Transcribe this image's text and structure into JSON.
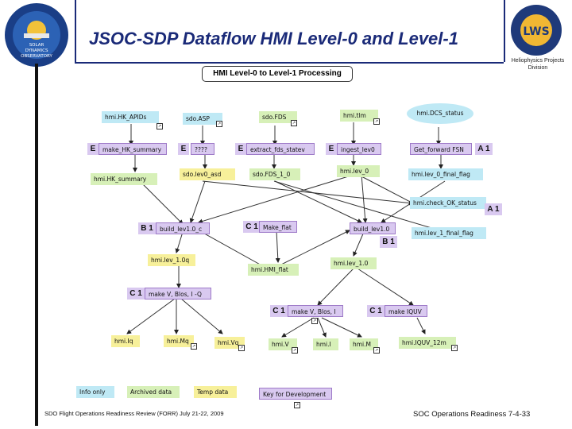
{
  "title": "JSOC-SDP Dataflow HMI Level-0 and Level-1",
  "division": "Heliophysics Projects Division",
  "diagram_title": "HMI Level-0 to Level-1 Processing",
  "footer_left": "SDO Flight Operations Readiness Review (FORR) July 21-22, 2009",
  "footer_right": "SOC Operations Readiness 7-4-33",
  "logo_left": [
    "SOLAR",
    "DYNAMICS",
    "OBSERVATORY"
  ],
  "logo_right": "LWS",
  "nodes": {
    "hk_apids": "hmi.HK_APIDs",
    "sdo_asp": "sdo.ASP",
    "sdo_fds": "sdo.FDS",
    "hmi_tlm": "hmi.tlm",
    "dcs_status": "hmi.DCS_status",
    "make_hk_summary": "make_HK_summary",
    "unknown": "????",
    "extract_fds": "extract_fds_statev",
    "ingest_lev0": "ingest_lev0",
    "get_forward_fsn": "Get_forward FSN",
    "hk_summary": "hmi.HK_summary",
    "sdo_lev0_asd": "sdo.lev0_asd",
    "sdo_fds_1": "sdo.FDS_1_0",
    "hmi_lev0": "hmi.lev_0",
    "lev0_final_flag": "hmi.lev_0_final_flag",
    "check_ok_status": "hmi.check_OK_status",
    "build_lev1_0_c": "build_lev1.0_c",
    "make_flat": "Make_flat",
    "build_lev1_0": "build_lev1.0",
    "lev1_final_flag": "hmi.lev_1_final_flag",
    "hmi_lev1q": "hmi.lev_1.0q",
    "hmi_flat": "hmi.HMI_flat",
    "hmi_lev1": "hmi.lev_1.0",
    "make_v_blos_q": "make V, Blos, I -Q",
    "make_v_blos_i": "make V, Blos, I",
    "make_iquv": "make IQUV",
    "hmi_iq": "hmi.Iq",
    "hmi_mq": "hmi.Mq",
    "hmi_vq": "hmi.Vq",
    "hmi_v": "hmi.V",
    "hmi_i": "hmi.I",
    "hmi_m": "hmi.M",
    "hmi_iquv": "hmi.IQUV_12m"
  },
  "tags": {
    "e1": "E",
    "e2": "E",
    "e3": "E",
    "e4": "E",
    "a1_top": "A 1",
    "a1_mid": "A 1",
    "b1_left": "B 1",
    "c1_mid": "C 1",
    "b1_right": "B 1",
    "c1_left": "C 1",
    "c1_lower_mid": "C 1",
    "c1_lower_right": "C 1"
  },
  "legend": {
    "info_only": "Info only",
    "archived": "Archived data",
    "temp": "Temp data",
    "key": "Key for Development"
  },
  "colors": {
    "info": "#bfe9f5",
    "archived": "#d7f0b8",
    "temp": "#f7f09a",
    "process": "#d9c9f0",
    "title": "#1a2a78"
  }
}
